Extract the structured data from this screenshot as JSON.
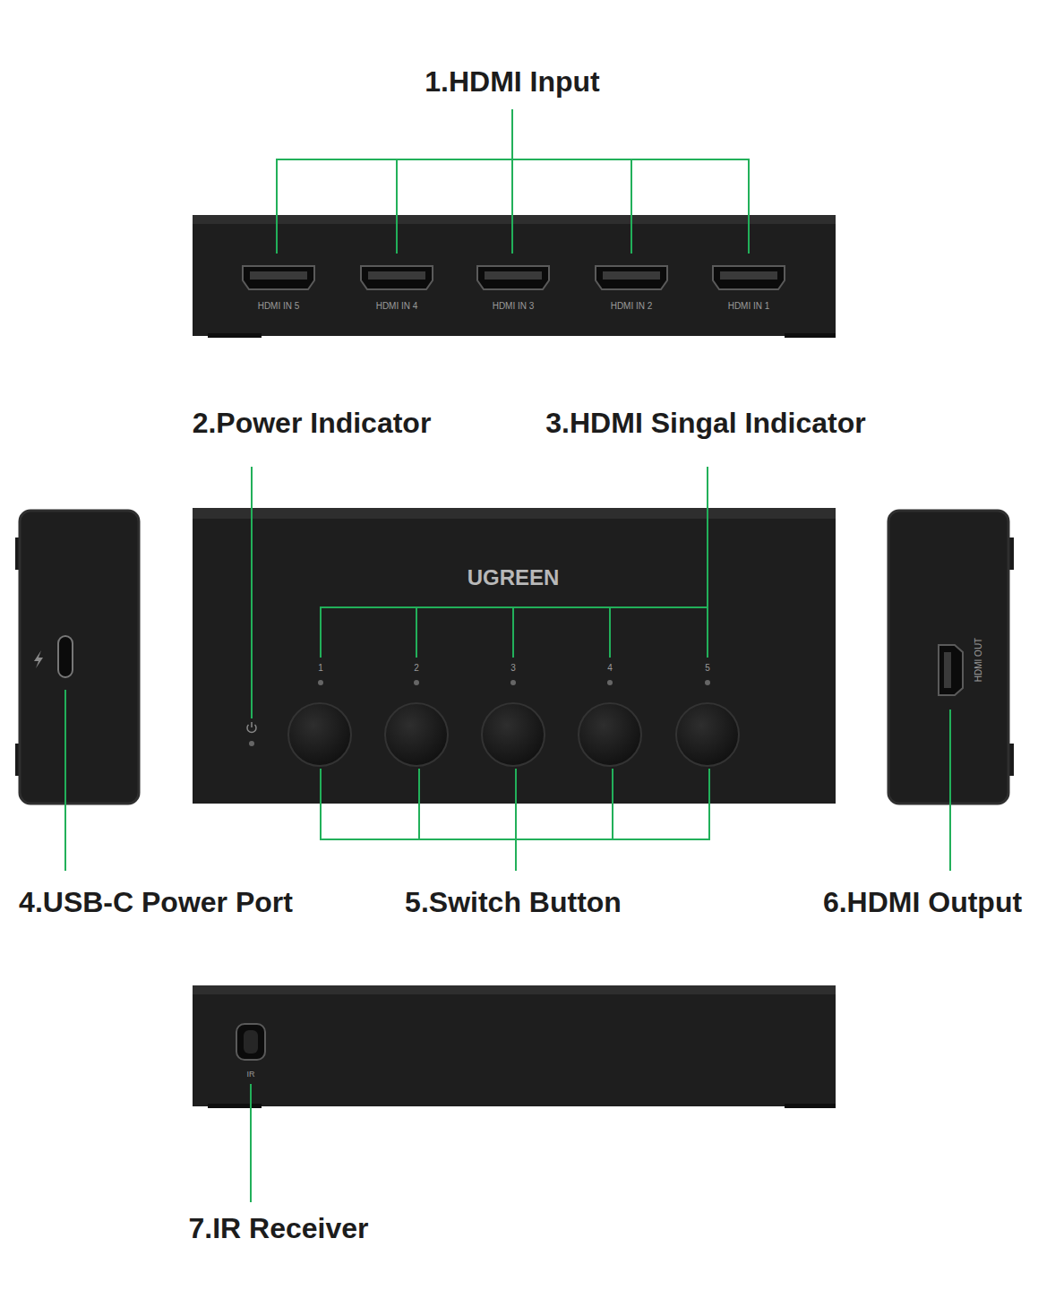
{
  "diagram": {
    "labels": [
      "1.HDMI Input",
      "HDMI IN 5",
      "HDMI IN 4",
      "HDMI IN 3",
      "HDMI IN 2",
      "HDMI IN 1",
      "2.Power Indicator",
      "3.HDMI Singal Indicator",
      "UGREEN",
      "1",
      "2",
      "3",
      "4",
      "5",
      "HDMI OUT",
      "4.USB-C Power Port",
      "5.Switch Button",
      "6.HDMI Output",
      "IR",
      "7.IR Receiver"
    ]
  }
}
